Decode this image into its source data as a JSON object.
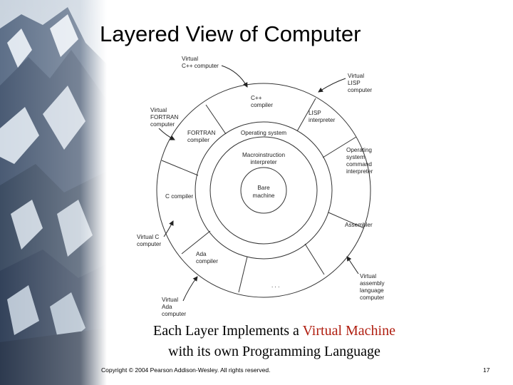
{
  "slide": {
    "title": "Layered View of Computer",
    "caption_line1_prefix": "Each Layer Implements a ",
    "caption_line1_highlight": "Virtual Machine",
    "caption_line2": "with its own Programming Language",
    "copyright": "Copyright © 2004 Pearson Addison-Wesley. All rights reserved.",
    "page_number": "17",
    "highlight_color": "#b01e10"
  },
  "diagram": {
    "core": [
      "Bare",
      "machine"
    ],
    "macro_ring": [
      "Macroinstruction",
      "interpreter"
    ],
    "os_ring": "Operating system",
    "outer_segments": {
      "cpp_compiler": [
        "C++",
        "compiler"
      ],
      "lisp_interpreter": [
        "LISP",
        "interpreter"
      ],
      "os_command": [
        "Operating",
        "system",
        "command",
        "interpreter"
      ],
      "assembler": "Assembler",
      "ellipsis": ". . .",
      "ada_compiler": [
        "Ada",
        "compiler"
      ],
      "c_compiler": "C compiler",
      "fortran_compiler": [
        "FORTRAN",
        "compiler"
      ]
    },
    "virtual_machines": {
      "cpp": [
        "Virtual",
        "C++ computer"
      ],
      "lisp": [
        "Virtual",
        "LISP",
        "computer"
      ],
      "fortran": [
        "Virtual",
        "FORTRAN",
        "computer"
      ],
      "c": [
        "Virtual C",
        "computer"
      ],
      "ada": [
        "Virtual",
        "Ada",
        "computer"
      ],
      "assembly": [
        "Virtual",
        "assembly",
        "language",
        "computer"
      ]
    }
  }
}
